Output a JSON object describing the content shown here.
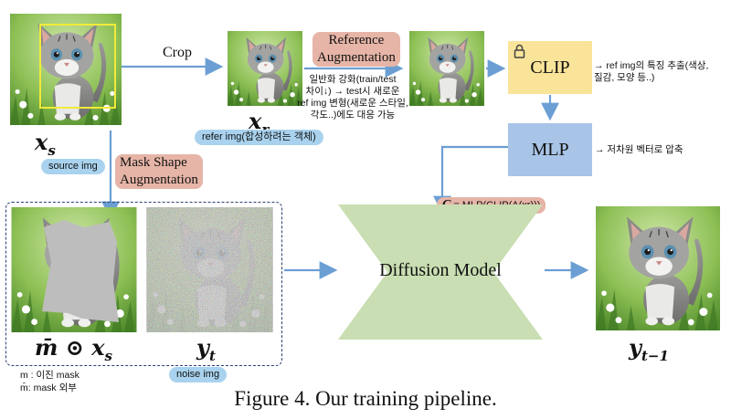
{
  "labels": {
    "crop": "Crop",
    "reference_aug": "Reference\nAugmentation",
    "mask_aug": "Mask Shape\nAugmentation",
    "clip": "CLIP",
    "mlp": "MLP",
    "diffusion": "Diffusion Model",
    "caption": "Figure 4. Our training pipeline."
  },
  "variables": {
    "xs": "x",
    "xs_sub": "s",
    "xr": "x",
    "xr_sub": "r",
    "masked": "m̄ ⊙ x",
    "masked_sub": "s",
    "yt": "y",
    "yt_sub": "t",
    "yt1": "y",
    "yt1_sub": "t−1",
    "c_formula_symbol": "C",
    "c_formula": " = MLP(CLIP(A(xr)))"
  },
  "badges": {
    "source": "source img",
    "refer": "refer img(합성하려는 객체)",
    "noise": "noise img"
  },
  "notes": {
    "augment": "일반화 강화(train/test\n차이↓) → test시 새로운\nref img 변형(새로운 스타일,\n각도..)에도 대응 가능",
    "clip": "→ ref img의 특징 추출(색상,\n질감, 모양 등..)",
    "mlp": "→ 저차원 벡터로 압축",
    "legend_m": "m : 이진 mask",
    "legend_mbar": "m̄: mask 외부"
  },
  "colors": {
    "clip_box": "#f9e49a",
    "mlp_box": "#a8c4e6",
    "diffusion": "#c9deb2",
    "arrow": "#6b9fd4",
    "crop_frame": "#f2ea3a",
    "mask_gray": "#bdbdbd",
    "pill_blue": "#a9d2ee",
    "pill_pink": "#e6b5a7"
  },
  "icons": [
    "lock-icon",
    "kitten-photo"
  ]
}
